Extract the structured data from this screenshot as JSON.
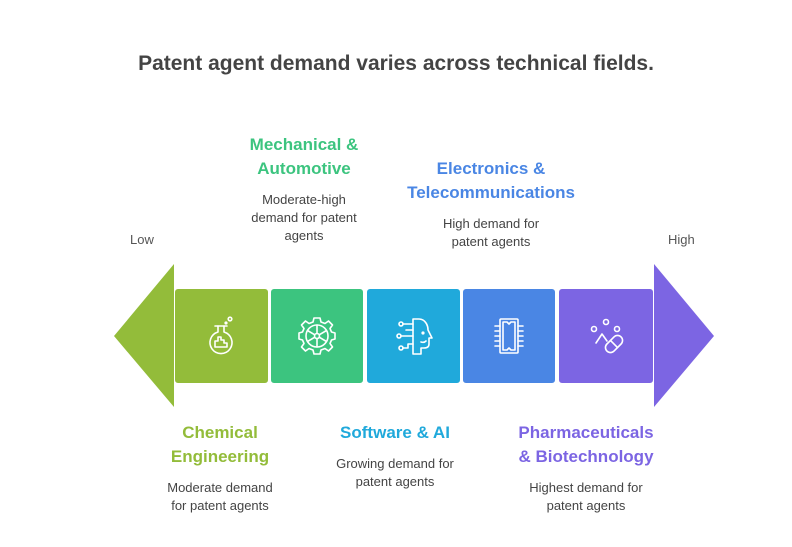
{
  "title": "Patent agent demand varies across technical fields.",
  "scale": {
    "low": "Low",
    "high": "High"
  },
  "colors": {
    "arrow_left": "#93BC3A",
    "arrow_right": "#7C65E3"
  },
  "fields": [
    {
      "name": "Chemical Engineering",
      "heading_lines": [
        "Chemical",
        "Engineering"
      ],
      "description_lines": [
        "Moderate demand",
        "for patent agents"
      ],
      "color": "#93BC3A",
      "icon": "flask-icon",
      "position": "below"
    },
    {
      "name": "Mechanical & Automotive",
      "heading_lines": [
        "Mechanical &",
        "Automotive"
      ],
      "description_lines": [
        "Moderate-high",
        "demand for patent",
        "agents"
      ],
      "color": "#3CC47F",
      "icon": "gear-icon",
      "position": "above"
    },
    {
      "name": "Software & AI",
      "heading_lines": [
        "Software & AI"
      ],
      "description_lines": [
        "Growing demand for",
        "patent agents"
      ],
      "color": "#20A9DB",
      "icon": "ai-head-icon",
      "position": "below"
    },
    {
      "name": "Electronics & Telecommunications",
      "heading_lines": [
        "Electronics &",
        "Telecommunications"
      ],
      "description_lines": [
        "High demand for",
        "patent agents"
      ],
      "color": "#4A86E4",
      "icon": "microchip-icon",
      "position": "above"
    },
    {
      "name": "Pharmaceuticals & Biotechnology",
      "heading_lines": [
        "Pharmaceuticals",
        "& Biotechnology"
      ],
      "description_lines": [
        "Highest demand for",
        "patent agents"
      ],
      "color": "#7C65E3",
      "icon": "pill-molecule-icon",
      "position": "below"
    }
  ]
}
